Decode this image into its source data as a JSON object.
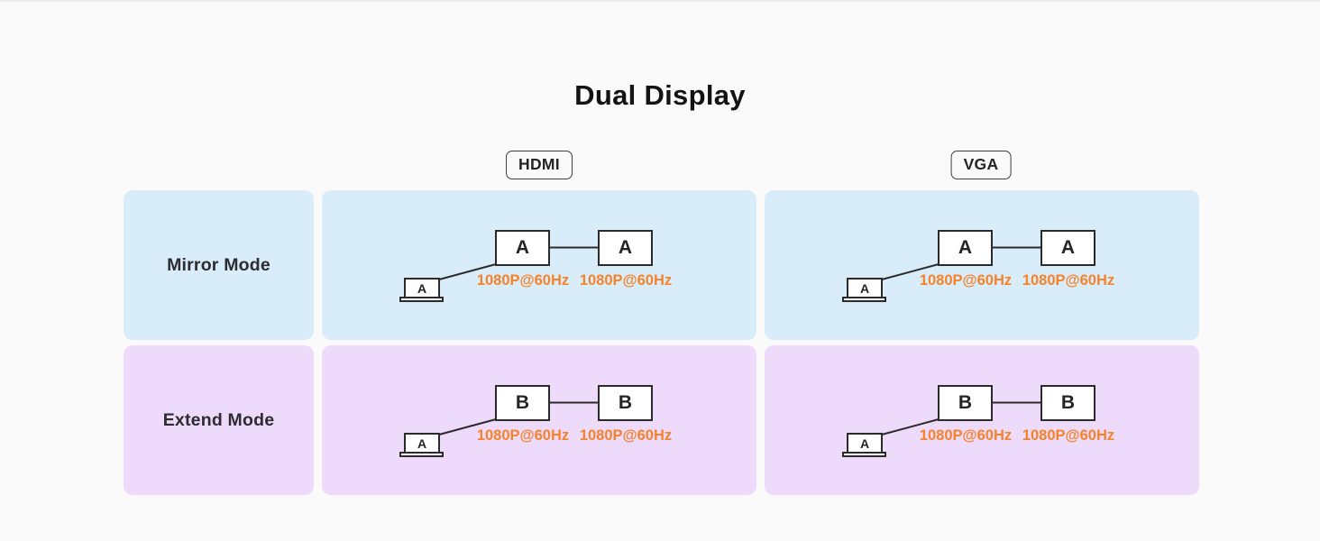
{
  "title": "Dual Display",
  "columns": [
    {
      "label": "HDMI"
    },
    {
      "label": "VGA"
    }
  ],
  "rows": [
    {
      "label": "Mirror Mode"
    },
    {
      "label": "Extend Mode"
    }
  ],
  "cells": [
    {
      "source_label": "A",
      "display1_label": "A",
      "display2_label": "A",
      "display1_resolution": "1080P@60Hz",
      "display2_resolution": "1080P@60Hz"
    },
    {
      "source_label": "A",
      "display1_label": "A",
      "display2_label": "A",
      "display1_resolution": "1080P@60Hz",
      "display2_resolution": "1080P@60Hz"
    },
    {
      "source_label": "A",
      "display1_label": "B",
      "display2_label": "B",
      "display1_resolution": "1080P@60Hz",
      "display2_resolution": "1080P@60Hz"
    },
    {
      "source_label": "A",
      "display1_label": "B",
      "display2_label": "B",
      "display1_resolution": "1080P@60Hz",
      "display2_resolution": "1080P@60Hz"
    }
  ],
  "colors": {
    "background": "#fafafa",
    "mirror_row_bg": "#d9ecfa",
    "extend_row_bg": "#eedafa",
    "resolution_text": "#f6822c",
    "diagram_line": "#2b2b2b"
  }
}
